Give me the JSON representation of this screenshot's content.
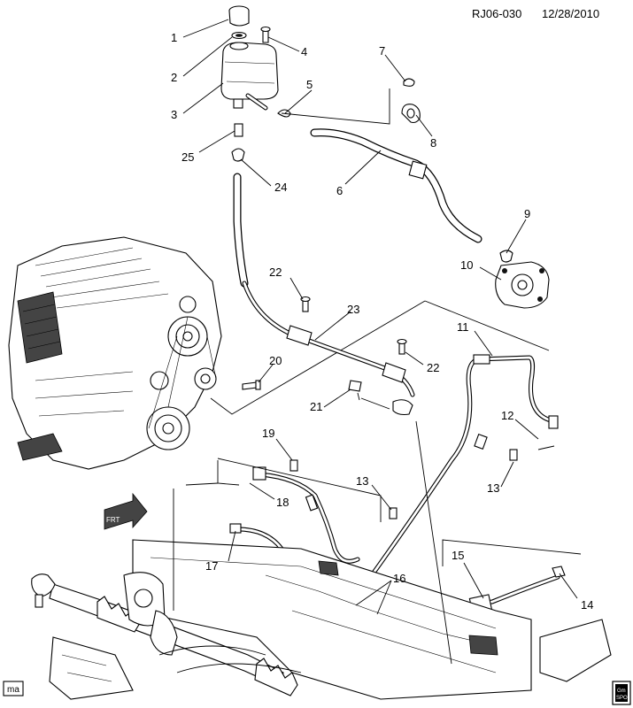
{
  "header": {
    "code": "RJ06-030",
    "date": "12/28/2010"
  },
  "callouts": [
    "1",
    "2",
    "3",
    "4",
    "5",
    "7",
    "8",
    "6",
    "25",
    "24",
    "9",
    "10",
    "22",
    "23",
    "20",
    "11",
    "22",
    "21",
    "12",
    "19",
    "13",
    "13",
    "18",
    "17",
    "15",
    "16",
    "14"
  ],
  "footer": {
    "left_tag": "ma",
    "logo_text": "Gm\nSPO"
  }
}
